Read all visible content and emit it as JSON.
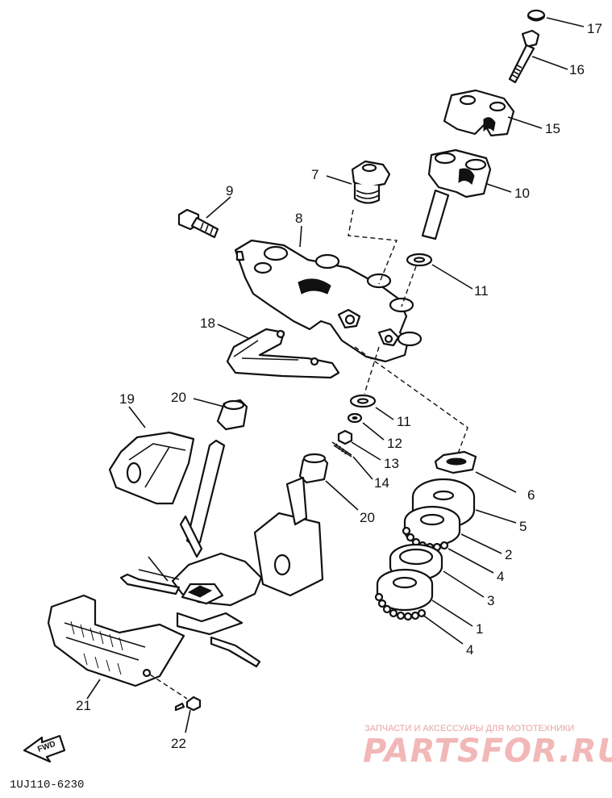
{
  "diagram": {
    "drawing_code": "1UJ110-6230",
    "direction_label": "FWD",
    "watermark": {
      "tagline": "ЗАПЧАСТИ И АКСЕССУАРЫ ДЛЯ МОТОТЕХНИКИ",
      "brand": "PARTSFOR.RU"
    },
    "callouts": [
      {
        "id": "c17",
        "label": "17"
      },
      {
        "id": "c16",
        "label": "16"
      },
      {
        "id": "c15",
        "label": "15"
      },
      {
        "id": "c10",
        "label": "10"
      },
      {
        "id": "c7",
        "label": "7"
      },
      {
        "id": "c9",
        "label": "9"
      },
      {
        "id": "c8",
        "label": "8"
      },
      {
        "id": "c11a",
        "label": "11"
      },
      {
        "id": "c18",
        "label": "18"
      },
      {
        "id": "c19",
        "label": "19"
      },
      {
        "id": "c20a",
        "label": "20"
      },
      {
        "id": "c11b",
        "label": "11"
      },
      {
        "id": "c12",
        "label": "12"
      },
      {
        "id": "c13",
        "label": "13"
      },
      {
        "id": "c14",
        "label": "14"
      },
      {
        "id": "c20b",
        "label": "20"
      },
      {
        "id": "c6",
        "label": "6"
      },
      {
        "id": "c5",
        "label": "5"
      },
      {
        "id": "c2",
        "label": "2"
      },
      {
        "id": "c4a",
        "label": "4"
      },
      {
        "id": "c3",
        "label": "3"
      },
      {
        "id": "c1",
        "label": "1"
      },
      {
        "id": "c4b",
        "label": "4"
      },
      {
        "id": "c21",
        "label": "21"
      },
      {
        "id": "c22",
        "label": "22"
      }
    ]
  }
}
